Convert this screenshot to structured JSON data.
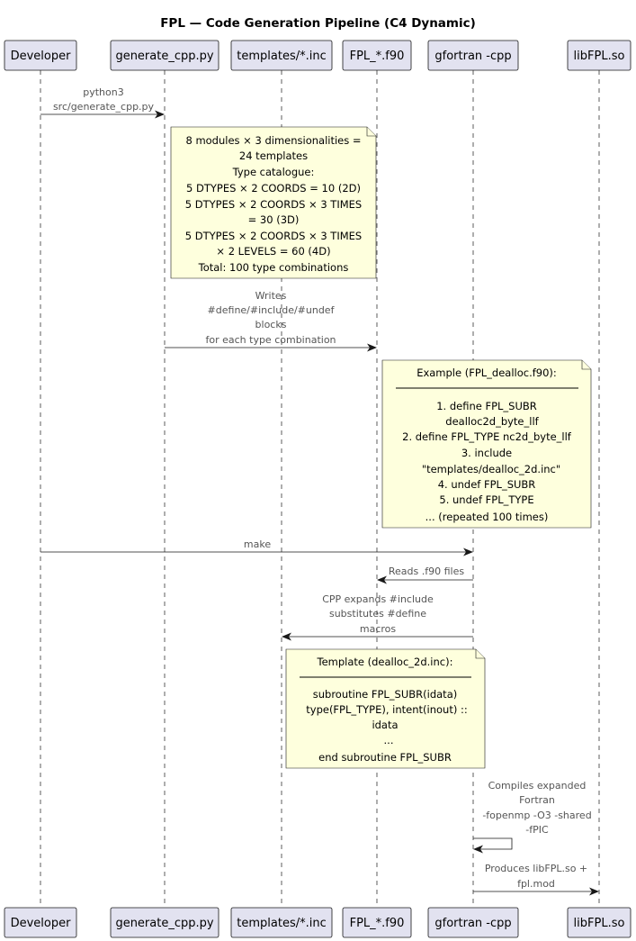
{
  "title": "FPL — Code Generation Pipeline (C4 Dynamic)",
  "participants": [
    {
      "id": "dev",
      "label": "Developer"
    },
    {
      "id": "gen",
      "label": "generate_cpp.py"
    },
    {
      "id": "tpl",
      "label": "templates/*.inc"
    },
    {
      "id": "f90",
      "label": "FPL_*.f90"
    },
    {
      "id": "gfc",
      "label": "gfortran -cpp"
    },
    {
      "id": "lib",
      "label": "libFPL.so"
    }
  ],
  "messages": [
    {
      "from": "dev",
      "to": "gen",
      "lines": [
        "python3",
        "src/generate_cpp.py"
      ]
    },
    {
      "from": "gen",
      "to": "f90",
      "lines": [
        "Writes",
        "#define/#include/#undef",
        "blocks",
        "for each type combination"
      ]
    },
    {
      "from": "dev",
      "to": "gfc",
      "lines": [
        "make"
      ]
    },
    {
      "from": "gfc",
      "to": "f90",
      "lines": [
        "Reads .f90 files"
      ]
    },
    {
      "from": "gfc",
      "to": "tpl",
      "lines": [
        "CPP expands #include",
        "substitutes #define",
        "macros"
      ]
    },
    {
      "from": "gfc",
      "to": "gfc",
      "lines": [
        "Compiles expanded",
        "Fortran",
        "-fopenmp -O3 -shared",
        "-fPIC"
      ]
    },
    {
      "from": "gfc",
      "to": "lib",
      "lines": [
        "Produces libFPL.so +",
        "fpl.mod"
      ]
    }
  ],
  "notes": [
    {
      "heading": "",
      "lines": [
        "8 modules × 3 dimensionalities =",
        "24 templates",
        "Type catalogue:",
        "5 DTYPES × 2 COORDS = 10 (2D)",
        "5 DTYPES × 2 COORDS × 3 TIMES",
        "= 30 (3D)",
        "5 DTYPES × 2 COORDS × 3 TIMES",
        "× 2 LEVELS = 60 (4D)",
        "Total: 100 type combinations"
      ]
    },
    {
      "heading": "Example (FPL_dealloc.f90):",
      "lines": [
        "1. define FPL_SUBR",
        "dealloc2d_byte_llf",
        "2. define FPL_TYPE nc2d_byte_llf",
        "3. include",
        "\"templates/dealloc_2d.inc\"",
        "4. undef FPL_SUBR",
        "5. undef FPL_TYPE",
        "... (repeated 100 times)"
      ]
    },
    {
      "heading": "Template (dealloc_2d.inc):",
      "lines": [
        "subroutine FPL_SUBR(idata)",
        "type(FPL_TYPE), intent(inout) ::",
        "idata",
        "...",
        "end subroutine FPL_SUBR"
      ]
    }
  ]
}
